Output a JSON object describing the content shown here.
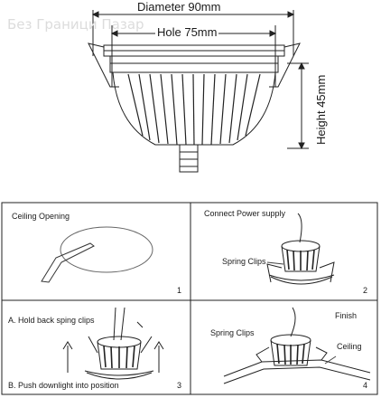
{
  "dimensions": {
    "diameter": "Diameter 90mm",
    "hole": "Hole 75mm",
    "height": "Height 45mm"
  },
  "watermark": "Без Граници Пазар",
  "steps": [
    {
      "number": "1",
      "lines": [
        "Ceiling Opening"
      ]
    },
    {
      "number": "2",
      "lines": [
        "Connect Power supply",
        "Spring Clips"
      ]
    },
    {
      "number": "3",
      "lines": [
        "A. Hold back sping clips",
        "B. Push downlight into position"
      ]
    },
    {
      "number": "4",
      "lines": [
        "Finish",
        "Spring Clips",
        "Ceiling"
      ]
    }
  ]
}
